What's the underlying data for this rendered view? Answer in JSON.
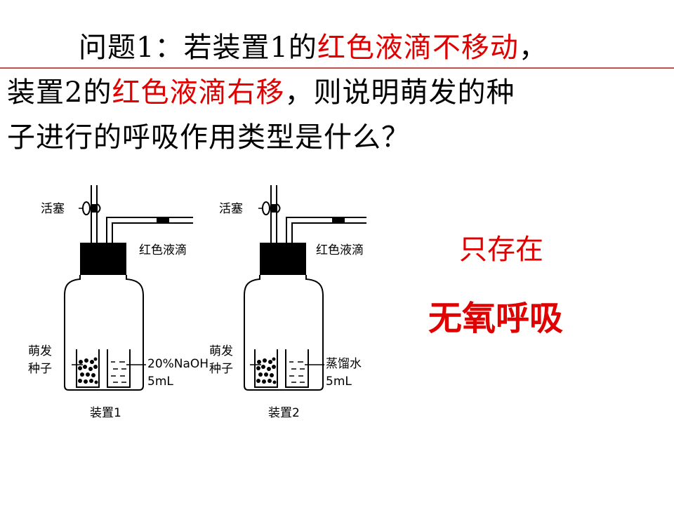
{
  "colors": {
    "accent_red": "#e00000",
    "rule_red": "#c0504d",
    "text": "#000000"
  },
  "question": {
    "part1": "问题1：若装置1的",
    "part2": "红色液滴不移动",
    "part3": "，",
    "part4": "装置2的",
    "part5": "红色液滴右移",
    "part6": "，则说明萌发的种",
    "part7": "子进行的呼吸作用类型是什么？"
  },
  "diagram": {
    "label_stopcock": "活塞",
    "label_red_drop": "红色液滴",
    "label_seeds_line1": "萌发",
    "label_seeds_line2": "种子",
    "device1": {
      "name": "装置1",
      "liquid_line1": "20%NaOH",
      "liquid_line2": "5mL"
    },
    "device2": {
      "name": "装置2",
      "liquid_line1": "蒸馏水",
      "liquid_line2": "5mL"
    }
  },
  "answer": {
    "line1": "只存在",
    "line2": "无氧呼吸"
  }
}
